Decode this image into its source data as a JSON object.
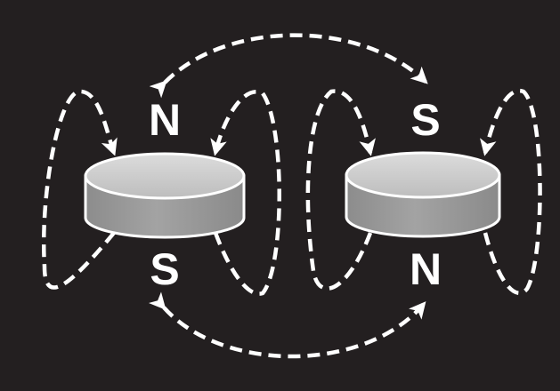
{
  "magnets": [
    {
      "top_pole": "N",
      "bottom_pole": "S"
    },
    {
      "top_pole": "S",
      "bottom_pole": "N"
    }
  ],
  "colors": {
    "background": "#231f20",
    "magnet_top": "#cfcfcf",
    "magnet_side": "#9a9a9a",
    "magnet_outline": "#ffffff",
    "field_lines": "#ffffff",
    "labels": "#ffffff"
  }
}
